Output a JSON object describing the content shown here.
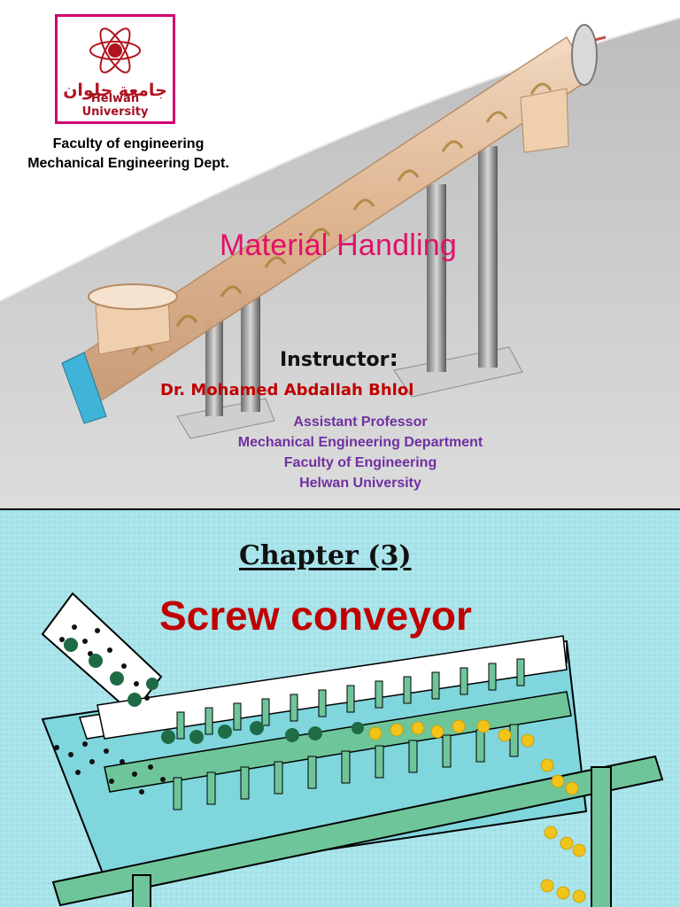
{
  "slide1": {
    "logo": {
      "name": "Helwan University",
      "arabic": "جامعة حلوان"
    },
    "faculty": "Faculty of engineering",
    "department": "Mechanical Engineering Dept.",
    "title": "Material Handling",
    "instructor_label": "Instructor",
    "instructor_colon": ":",
    "instructor_name": "Dr. Mohamed Abdallah Bhlol",
    "affiliation": {
      "position": "Assistant Professor",
      "department": "Mechanical Engineering Department",
      "faculty": "Faculty of Engineering",
      "university": "Helwan University"
    }
  },
  "slide2": {
    "chapter": "Chapter  (3)",
    "title": "Screw conveyor"
  },
  "colors": {
    "title_pink": "#e0116a",
    "doctor_red": "#c00000",
    "affiliation_purple": "#7030a0",
    "background_cyan": "#a8e4ea",
    "conveyor_green": "#6fc59a"
  }
}
